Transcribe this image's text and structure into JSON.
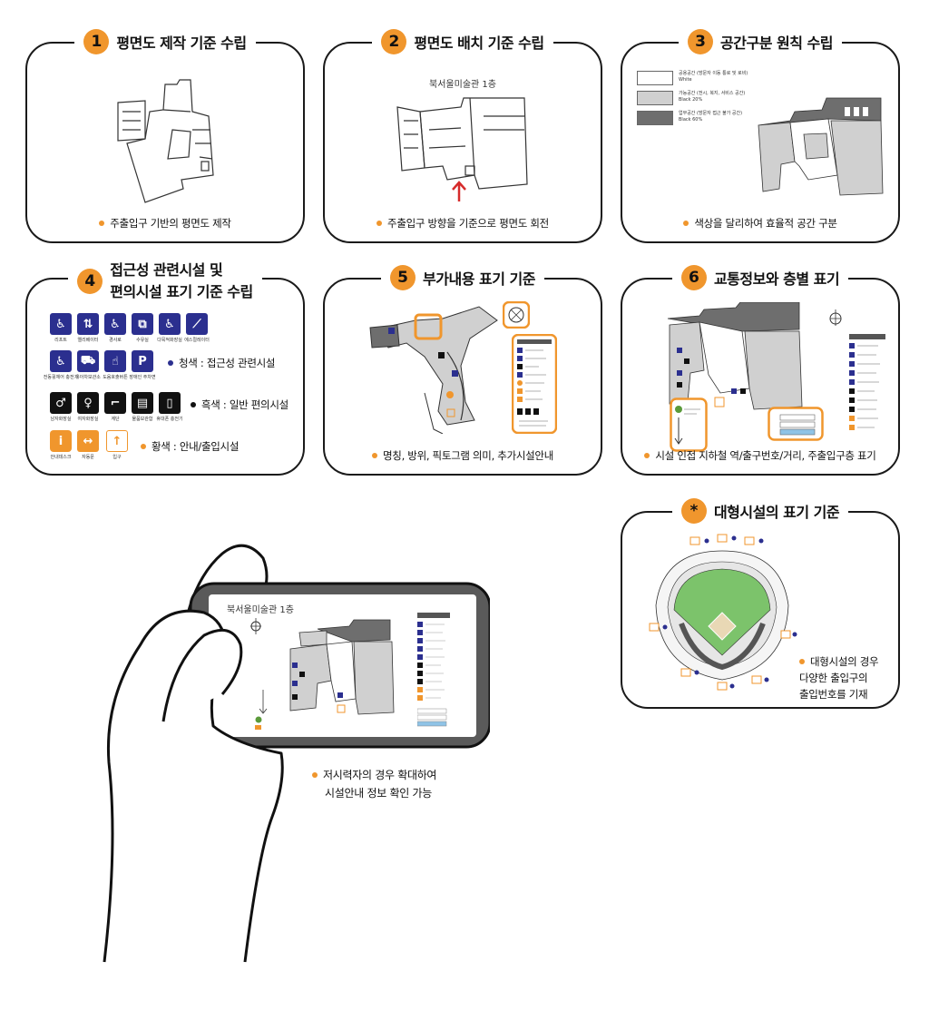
{
  "panels": {
    "p1": {
      "num": "1",
      "title": "평면도 제작 기준 수립",
      "caption": "주출입구 기반의 평면도 제작"
    },
    "p2": {
      "num": "2",
      "title": "평면도 배치 기준 수립",
      "caption": "주출입구 방향을 기준으로 평면도 회전",
      "map_label": "북서울미술관 1층"
    },
    "p3": {
      "num": "3",
      "title": "공간구분 원칙 수립",
      "caption": "색상을 달리하여 효율적 공간 구분",
      "swatches": [
        {
          "label": "공용공간 (방문자 이동 통로 및 로비)",
          "sub": "White",
          "color": "#ffffff"
        },
        {
          "label": "가능공간 (전시, 복지, 서비스 공간)",
          "sub": "Black 20%",
          "color": "#d0d0d0"
        },
        {
          "label": "업무공간 (방문자 접근 불가 공간)",
          "sub": "Black 60%",
          "color": "#6e6e6e"
        }
      ]
    },
    "p4": {
      "num": "4",
      "title_line1": "접근성 관련시설 및",
      "title_line2": "편의시설 표기 기준 수립",
      "legend_blue": "청색 : 접근성 관련시설",
      "legend_black": "흑색 : 일반 편의시설",
      "legend_orange": "황색 : 안내/출입시설",
      "blue_icons": [
        {
          "icon": "wheelchair-ramp-icon",
          "glyph": "♿",
          "label": "리프트"
        },
        {
          "icon": "elevator-icon",
          "glyph": "⇅",
          "label": "엘리베이터"
        },
        {
          "icon": "wheelchair-icon",
          "glyph": "♿",
          "label": "경사로"
        },
        {
          "icon": "lift-icon",
          "glyph": "⧉",
          "label": "수유실"
        },
        {
          "icon": "accessible-parking-icon",
          "glyph": "♿",
          "label": "다목적화장실"
        },
        {
          "icon": "escalator-icon",
          "glyph": "⟋",
          "label": "에스컬레이터"
        },
        {
          "icon": "accessible-phone-icon",
          "glyph": "♿",
          "label": "전동휠체어 충전기"
        },
        {
          "icon": "stroller-icon",
          "glyph": "⛟",
          "label": "유아차보관소"
        },
        {
          "icon": "touch-icon",
          "glyph": "☝",
          "label": "도움호출버튼"
        },
        {
          "icon": "parking-icon",
          "glyph": "P",
          "label": "장애인 주차면"
        }
      ],
      "black_icons": [
        {
          "icon": "male-restroom-icon",
          "glyph": "♂",
          "label": "남자화장실"
        },
        {
          "icon": "female-restroom-icon",
          "glyph": "♀",
          "label": "여자화장실"
        },
        {
          "icon": "stairs-icon",
          "glyph": "⌐",
          "label": "계단"
        },
        {
          "icon": "locker-icon",
          "glyph": "▤",
          "label": "물품보관함"
        },
        {
          "icon": "phone-charger-icon",
          "glyph": "▯",
          "label": "휴대폰 충전기"
        }
      ],
      "orange_icons": [
        {
          "icon": "info-icon",
          "glyph": "i",
          "label": "안내데스크"
        },
        {
          "icon": "automatic-door-icon",
          "glyph": "↔",
          "label": "자동문"
        },
        {
          "icon": "entrance-icon",
          "glyph": "↑",
          "label": "입구"
        }
      ]
    },
    "p5": {
      "num": "5",
      "title": "부가내용 표기 기준",
      "caption": "명칭, 방위, 픽토그램 의미, 추가시설안내"
    },
    "p6": {
      "num": "6",
      "title": "교통정보와 층별 표기",
      "caption": "시설 인접 지하철 역/출구번호/거리, 주출입구층 표기"
    },
    "p7": {
      "num": "*",
      "title": "대형시설의 표기 기준",
      "caption_line1": "대형시설의 경우",
      "caption_line2": "다양한 출입구의",
      "caption_line3": "출입번호를 기재"
    }
  },
  "phone": {
    "screen_title": "북서울미술관 1층",
    "caption_line1": "저시력자의 경우 확대하여",
    "caption_line2": "시설안내 정보 확인 가능"
  },
  "colors": {
    "orange": "#f0962d",
    "blue": "#2b2f8f",
    "black": "#111111",
    "gray20": "#d0d0d0",
    "gray60": "#6e6e6e",
    "field": "#7cc36b"
  }
}
